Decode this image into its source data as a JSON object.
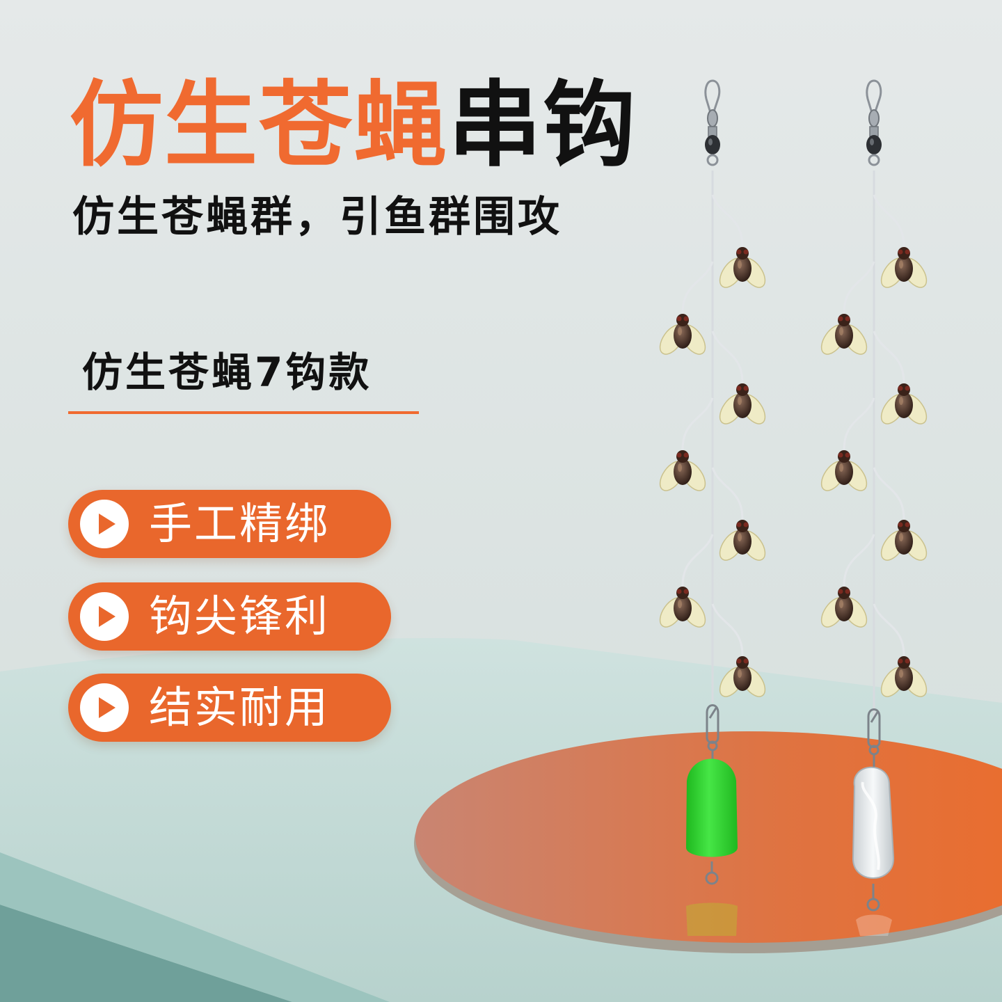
{
  "headline": {
    "accent": "仿生苍蝇",
    "dark": "串钩"
  },
  "subtitle": "仿生苍蝇群，引鱼群围攻",
  "variant": "仿生苍蝇7钩款",
  "features": [
    "手工精绑",
    "钩尖锋利",
    "结实耐用"
  ],
  "colors": {
    "accent": "#f06a30",
    "pill": "#e9672c",
    "text_dark": "#111111",
    "platform": "#e07038",
    "floor": "#c2dad6",
    "sinker_green": "#2bd42b",
    "sinker_clear": "#e8ecee"
  },
  "icons": [
    "play-icon",
    "fly-lure-icon",
    "swivel-icon",
    "snap-clip-icon",
    "sinker-icon"
  ]
}
